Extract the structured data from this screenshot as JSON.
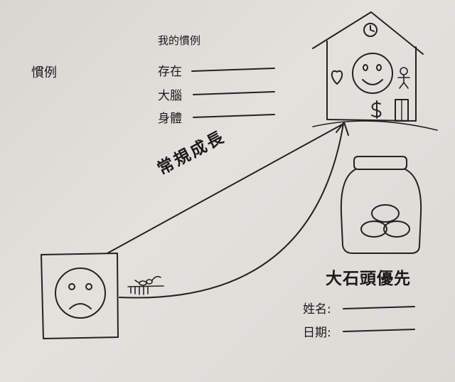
{
  "habit_title": "慣例",
  "my_habits": {
    "heading": "我的慣例",
    "items": [
      "存在",
      "大腦",
      "身體"
    ]
  },
  "growth_label": "常規成長",
  "big_rocks": {
    "title": "大石頭優先",
    "fields": [
      "姓名:",
      "日期:"
    ]
  },
  "icons": [
    "sad-face-icon",
    "house-icon",
    "clock-icon",
    "smiley-face-icon",
    "heart-icon",
    "stick-figure-icon",
    "dollar-icon",
    "door-icon",
    "jar-icon",
    "rock-icon",
    "ant-icon"
  ]
}
